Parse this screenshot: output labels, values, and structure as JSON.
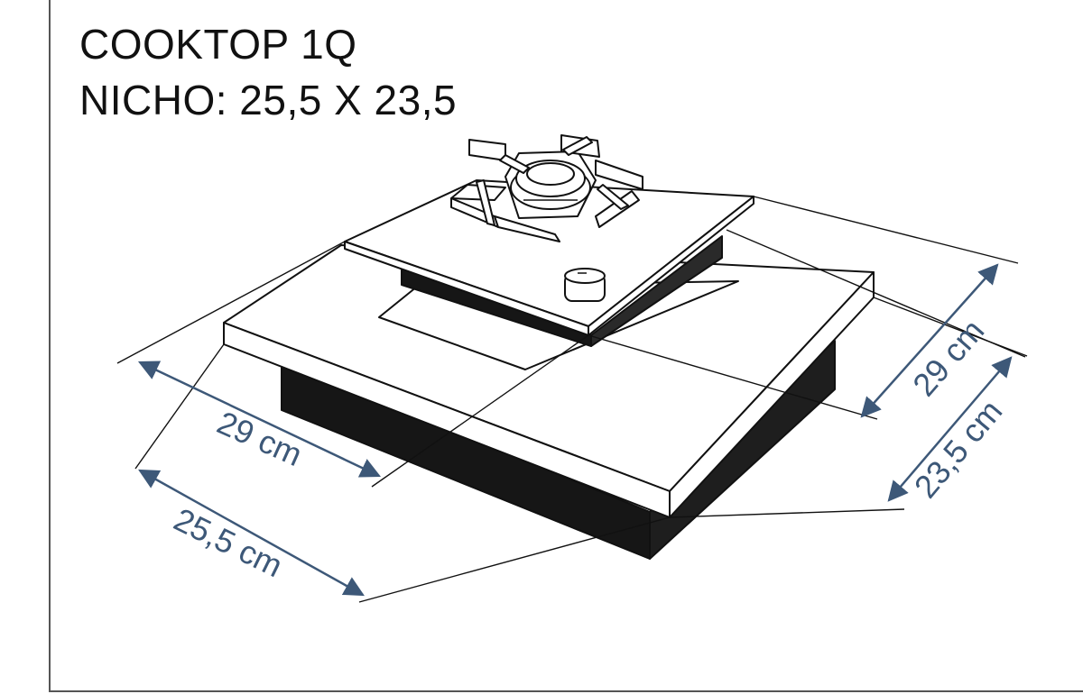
{
  "title": {
    "line1": "COOKTOP 1Q",
    "line2": "NICHO: 25,5 X 23,5"
  },
  "dimensions": {
    "cooktop_front": "29 cm",
    "cooktop_side": "29 cm",
    "niche_front": "25,5 cm",
    "niche_side": "23,5 cm"
  },
  "colors": {
    "dimension": "#3d5878",
    "line": "#111111",
    "niche_dark": "#161616"
  }
}
